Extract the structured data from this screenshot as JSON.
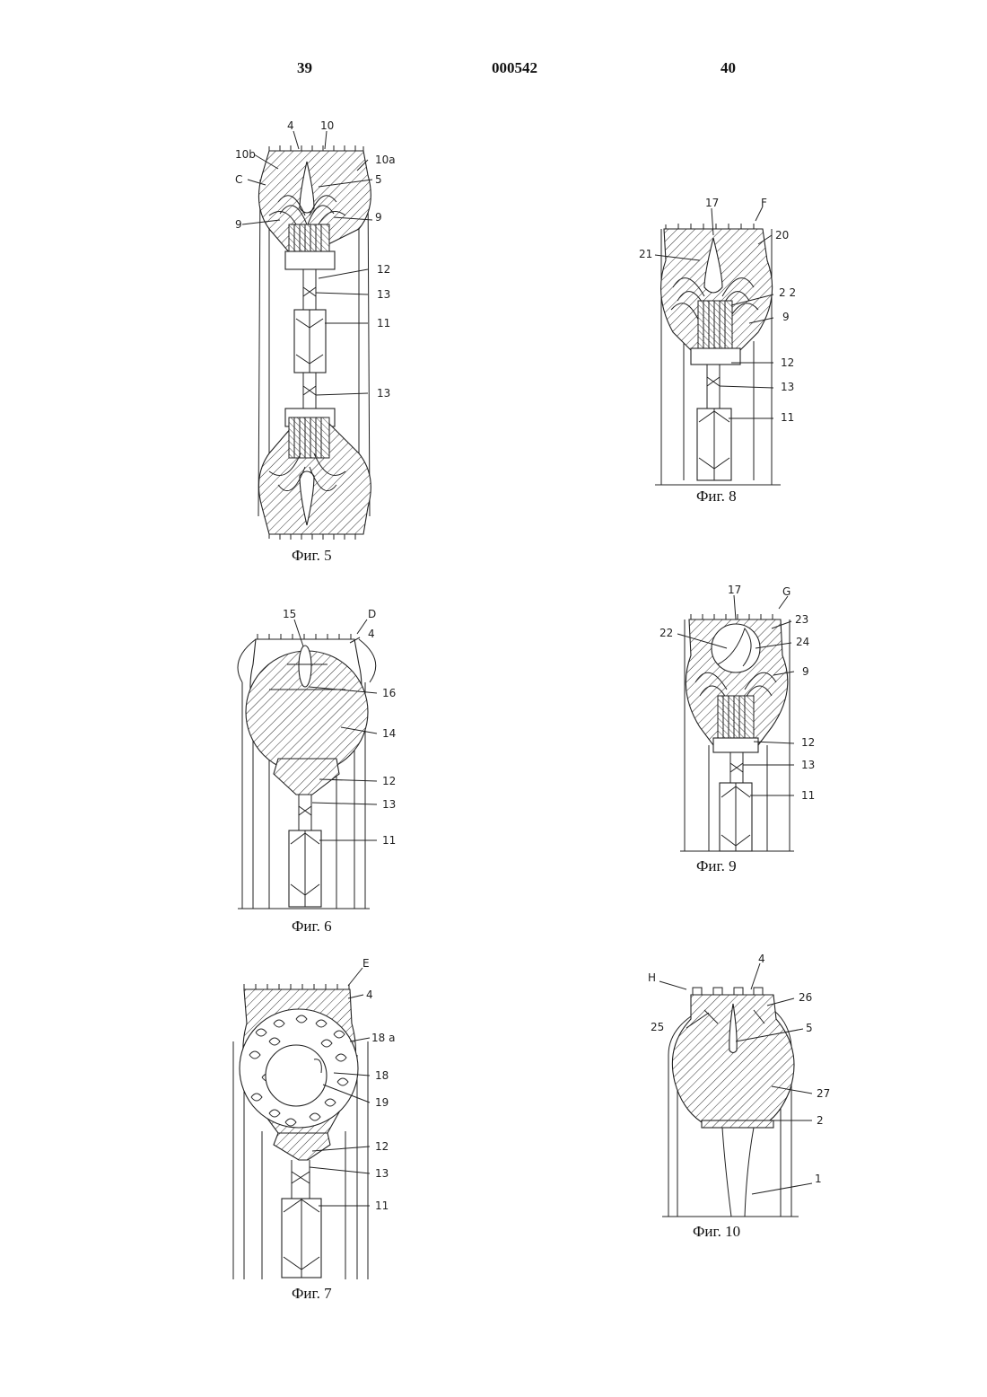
{
  "header": {
    "left_page": "39",
    "doc_number": "000542",
    "right_page": "40"
  },
  "figures": {
    "fig5": {
      "caption": "Фиг. 5",
      "labels": {
        "l4": "4",
        "l10": "10",
        "l10b": "10b",
        "l10a": "10a",
        "lC": "C",
        "l5": "5",
        "l9a": "9",
        "l9b": "9",
        "l12": "12",
        "l13a": "13",
        "l11": "11",
        "l13b": "13"
      }
    },
    "fig6": {
      "caption": "Фиг. 6",
      "labels": {
        "l15": "15",
        "lD": "D",
        "l4": "4",
        "l16": "16",
        "l14": "14",
        "l12": "12",
        "l13": "13",
        "l11": "11"
      }
    },
    "fig7": {
      "caption": "Фиг. 7",
      "labels": {
        "lE": "E",
        "l4": "4",
        "l18a": "18 a",
        "l18": "18",
        "l19": "19",
        "l12": "12",
        "l13": "13",
        "l11": "11"
      }
    },
    "fig8": {
      "caption": "Фиг. 8",
      "labels": {
        "l17": "17",
        "lF": "F",
        "l20": "20",
        "l21": "21",
        "l22": "2 2",
        "l9": "9",
        "l12": "12",
        "l13": "13",
        "l11": "11"
      }
    },
    "fig9": {
      "caption": "Фиг. 9",
      "labels": {
        "l17": "17",
        "lG": "G",
        "l23": "23",
        "l22": "22",
        "l24": "24",
        "l9": "9",
        "l12": "12",
        "l13": "13",
        "l11": "11"
      }
    },
    "fig10": {
      "caption": "Фиг. 10",
      "labels": {
        "l4": "4",
        "lH": "H",
        "l26": "26",
        "l25": "25",
        "l5": "5",
        "l27": "27",
        "l2": "2",
        "l1": "1"
      }
    }
  }
}
